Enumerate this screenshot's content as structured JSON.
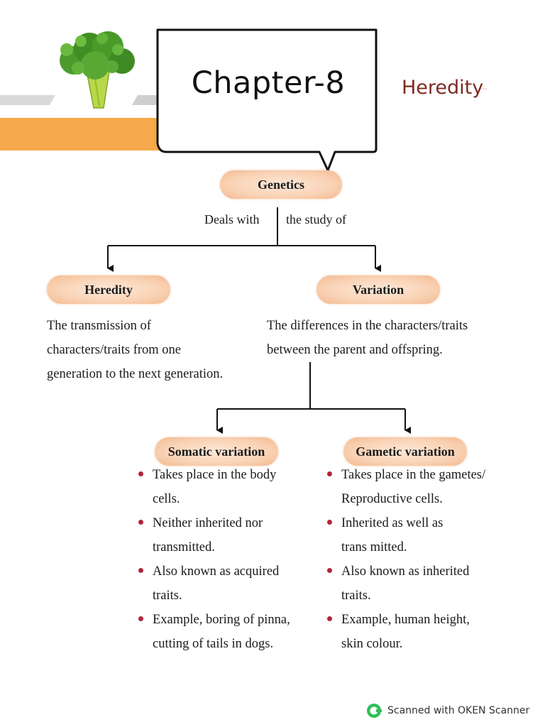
{
  "header": {
    "chapter_title": "Chapter-8",
    "subject_tag": "Heredity",
    "subject_tag_suffix": "..."
  },
  "root": {
    "label": "Genetics",
    "connector_left": "Deals with",
    "connector_right": "the study of"
  },
  "heredity": {
    "label": "Heredity",
    "definition": [
      "The transmission of",
      "characters/traits from one",
      "generation to the next generation."
    ]
  },
  "variation": {
    "label": "Variation",
    "definition": [
      "The differences in the characters/traits",
      "between the parent and offspring."
    ]
  },
  "somatic": {
    "label": "Somatic variation",
    "points": [
      [
        "Takes place in the body",
        "cells."
      ],
      [
        "Neither inherited nor",
        "transmitted."
      ],
      [
        "Also known as acquired",
        "traits."
      ],
      [
        "Example, boring of pinna,",
        "cutting of tails in dogs."
      ]
    ]
  },
  "gametic": {
    "label": "Gametic variation",
    "points": [
      [
        "Takes place in the gametes/",
        "Reproductive cells."
      ],
      [
        "Inherited as well as",
        "trans mitted."
      ],
      [
        "Also known as inherited",
        "traits."
      ],
      [
        "Example, human height,",
        "skin colour."
      ]
    ]
  },
  "footer": {
    "scanner_text": "Scanned with OKEN Scanner"
  },
  "colors": {
    "pill_fill": "#f9d2b4",
    "bullet": "#b3253a",
    "band_orange": "#f5a94a",
    "subject_tag": "#7d2a22"
  },
  "icons": {
    "header_image": "broccoli-icon",
    "scanner_logo": "oken-scanner-logo-icon"
  }
}
